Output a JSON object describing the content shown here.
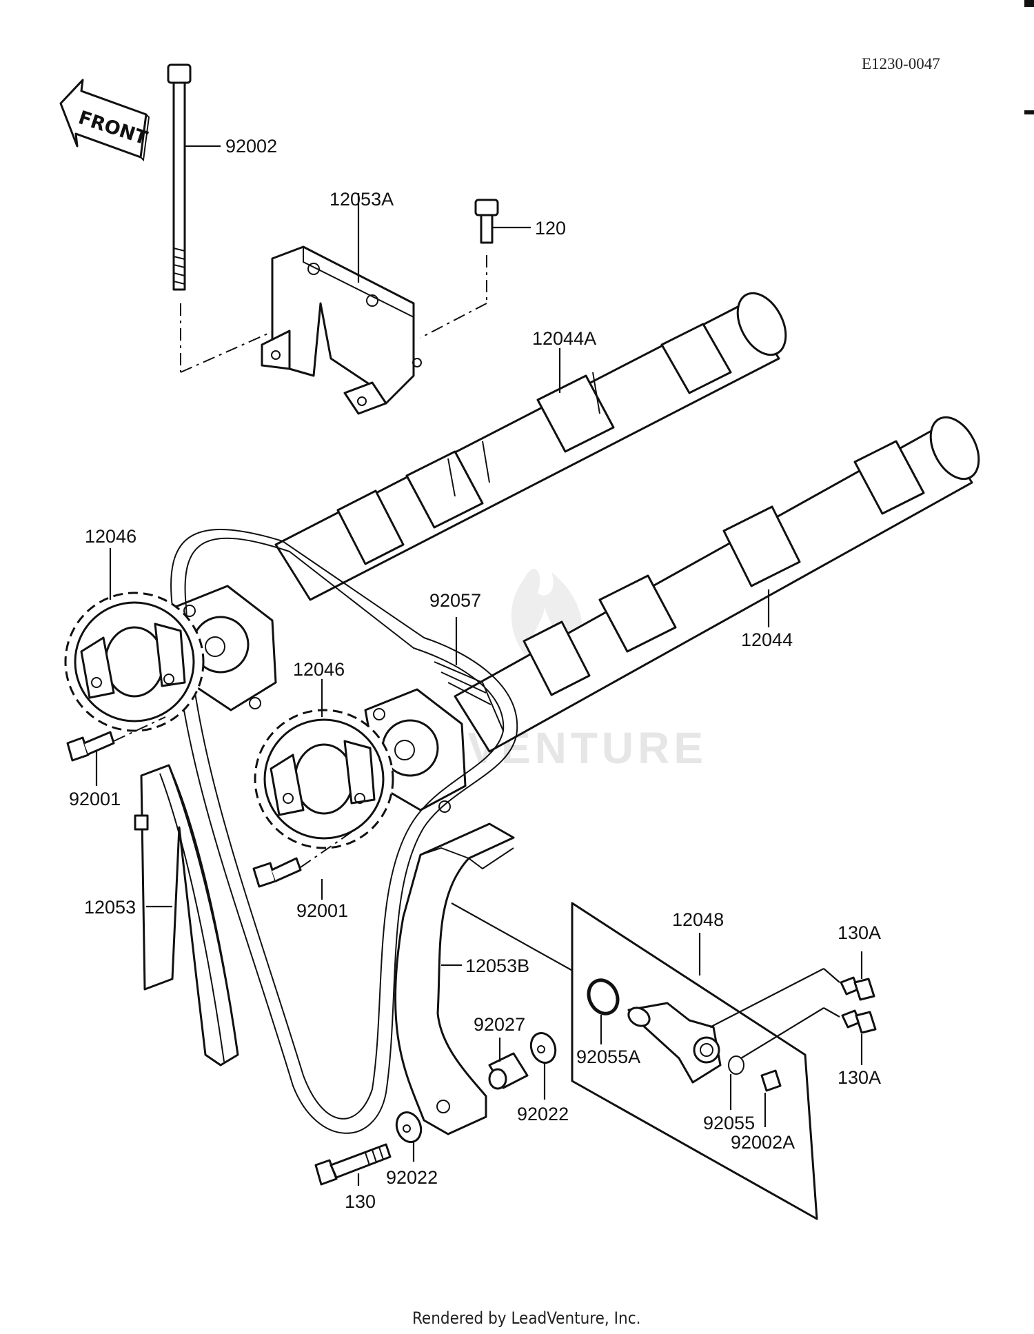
{
  "diagram_code": "E1230-0047",
  "front_label": "FRONT",
  "watermark": "LEADVENTURE",
  "footer": "Rendered by LeadVenture, Inc.",
  "labels": {
    "p92002": "92002",
    "p12053A": "12053A",
    "p120": "120",
    "p12044A": "12044A",
    "p12046_top": "12046",
    "p92057": "92057",
    "p12044": "12044",
    "p12046_mid": "12046",
    "p92001_left": "92001",
    "p92001_mid": "92001",
    "p12053": "12053",
    "p12048": "12048",
    "p130A_top": "130A",
    "p12053B": "12053B",
    "p92027": "92027",
    "p92055A": "92055A",
    "p130A_bottom": "130A",
    "p92022_right": "92022",
    "p92055": "92055",
    "p92002A": "92002A",
    "p92022_bottom": "92022",
    "p130": "130"
  }
}
